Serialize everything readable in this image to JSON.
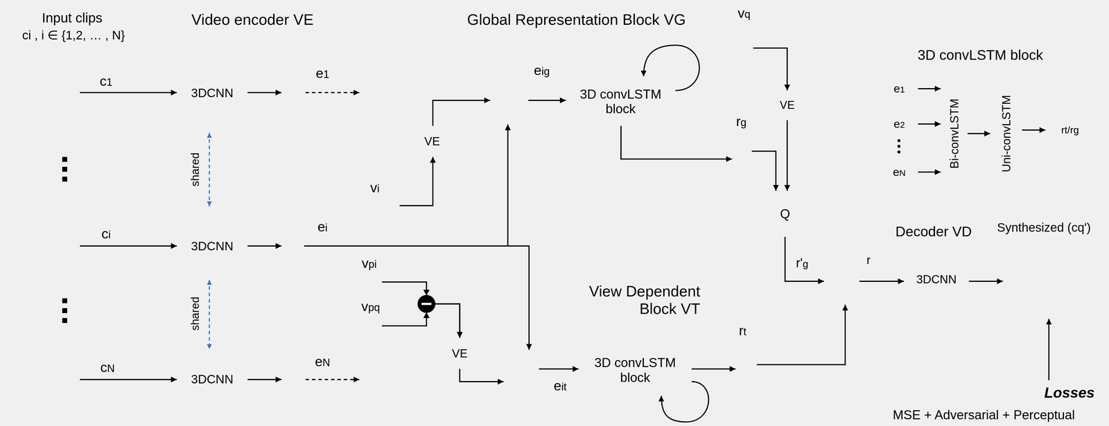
{
  "diagram": {
    "nodes": [
      {
        "text": [
          "c1"
        ]
      },
      {
        "text": [
          "ci"
        ]
      },
      {
        "text": [
          "cN"
        ]
      },
      {
        "text": [
          "Video encoder VE"
        ]
      },
      {
        "text": [
          "3DCNN"
        ],
        "in": 3
      },
      {
        "text": [
          "3DCNN"
        ],
        "in": 3
      },
      {
        "text": [
          "3DCNN"
        ],
        "in": 3
      },
      {
        "text": [
          "e1"
        ],
        "in": 3
      },
      {
        "text": [
          "ei"
        ],
        "in": 3
      },
      {
        "text": [
          "eN"
        ],
        "in": 3
      },
      {
        "text": [
          "Global Representation Block VG"
        ]
      },
      {
        "text": [
          "VE"
        ],
        "in": 10
      },
      {
        "text": [
          "eig"
        ],
        "in": 10
      },
      {
        "text": [
          "3D convLSTM block"
        ],
        "in": 10
      },
      {
        "text": [
          "vi"
        ]
      },
      {
        "text": [
          "vq"
        ]
      },
      {
        "text": [
          "rg"
        ]
      },
      {
        "text": [
          "VE"
        ]
      },
      {
        "text": [
          "Q"
        ]
      },
      {
        "text": [
          "View Dependent Block VT"
        ]
      },
      {
        "text": [
          "VE"
        ],
        "in": 19
      },
      {
        "text": [
          "eit"
        ],
        "in": 19
      },
      {
        "text": [
          "3D convLSTM block"
        ],
        "in": 19
      },
      {
        "text": [
          "vpi"
        ]
      },
      {
        "text": [
          "vpq"
        ]
      },
      {
        "text": [
          "rt"
        ]
      },
      {
        "text": [
          "r"
        ]
      },
      {
        "text": [
          "Decoder VD",
          "3DCNN"
        ]
      },
      {
        "text": [
          "Synthesized (cq')"
        ]
      },
      {
        "text": [
          "3D convLSTM block"
        ]
      },
      {
        "text": [
          "e1"
        ],
        "in": 29
      },
      {
        "text": [
          "e2"
        ],
        "in": 29
      },
      {
        "text": [
          "eN"
        ],
        "in": 29
      },
      {
        "text": [
          "Bi-convLSTM"
        ],
        "in": 29
      },
      {
        "text": [
          "Uni-convLSTM"
        ],
        "in": 29
      },
      {
        "text": [
          "rt/rg"
        ],
        "in": 29
      }
    ],
    "edges": [
      {
        "from": 0,
        "to": 4,
        "arrow": "to"
      },
      {
        "from": 1,
        "to": 5,
        "arrow": "to"
      },
      {
        "from": 2,
        "to": 6,
        "arrow": "to"
      },
      {
        "from": 4,
        "to": 7,
        "arrow": "to"
      },
      {
        "from": 5,
        "to": 8,
        "arrow": "to"
      },
      {
        "from": 6,
        "to": 9,
        "arrow": "to"
      },
      {
        "from": 8,
        "to": 12,
        "arrow": "to"
      },
      {
        "from": 8,
        "to": 21,
        "arrow": "to"
      },
      {
        "from": 14,
        "to": 11,
        "arrow": "to"
      },
      {
        "from": 11,
        "to": 12,
        "arrow": "to"
      },
      {
        "from": 12,
        "to": 13,
        "arrow": "to"
      },
      {
        "from": 13,
        "to": 16,
        "arrow": "to"
      },
      {
        "from": 15,
        "to": 17,
        "arrow": "to"
      },
      {
        "from": 17,
        "to": 18,
        "arrow": "to"
      },
      {
        "from": 16,
        "to": 18,
        "arrow": "to"
      },
      {
        "from": 18,
        "to": 26,
        "label": "r'g",
        "arrow": "to"
      },
      {
        "from": 23,
        "to": 20,
        "arrow": "to"
      },
      {
        "from": 24,
        "to": 20,
        "arrow": "to"
      },
      {
        "from": 20,
        "to": 21,
        "arrow": "to"
      },
      {
        "from": 21,
        "to": 22,
        "arrow": "to"
      },
      {
        "from": 22,
        "to": 25,
        "arrow": "to"
      },
      {
        "from": 25,
        "to": 26,
        "arrow": "to"
      },
      {
        "from": 26,
        "to": 27,
        "arrow": "to"
      },
      {
        "from": 27,
        "to": 28,
        "arrow": "to"
      },
      {
        "from": 30,
        "to": 33,
        "arrow": "to"
      },
      {
        "from": 31,
        "to": 33,
        "arrow": "to"
      },
      {
        "from": 32,
        "to": 33,
        "arrow": "to"
      },
      {
        "from": 33,
        "to": 34,
        "arrow": "to"
      },
      {
        "from": 34,
        "to": 35,
        "arrow": "to"
      }
    ],
    "labels": [
      "Input clips",
      "ci , i ∈ {1,2, … , N}",
      "shared",
      "shared",
      "Losses",
      "MSE + Adversarial + Perceptual"
    ]
  }
}
